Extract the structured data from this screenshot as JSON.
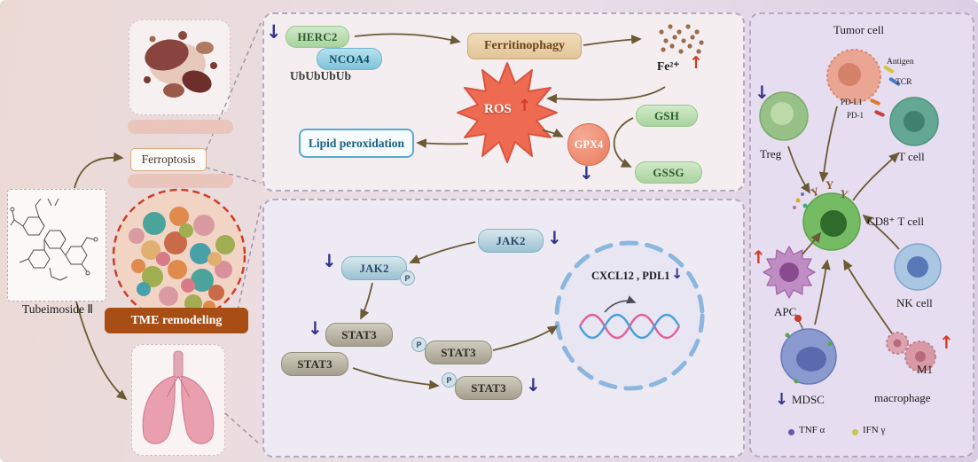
{
  "glyphs": {
    "up": "↑",
    "down": "↓"
  },
  "left": {
    "compound": "Tubeimoside Ⅱ",
    "ferroptosis": "Ferroptosis",
    "tme": "TME remodeling"
  },
  "ferroptosis_panel": {
    "herc2": "HERC2",
    "ncoa4": "NCOA4",
    "ub_chain": "UbUbUbUb",
    "ferritinophagy": "Ferritinophagy",
    "fe": "Fe²⁺",
    "ros": "ROS",
    "lipid_peroxidation": "Lipid peroxidation",
    "gpx4": "GPX4",
    "gsh": "GSH",
    "gssg": "GSSG"
  },
  "signaling_panel": {
    "jak2": "JAK2",
    "stat3": "STAT3",
    "p": "P",
    "nucleus_targets": "CXCL12 , PDL1"
  },
  "immune_panel": {
    "tumor_cell": "Tumor cell",
    "antigen": "Antigen",
    "tcr": "TCR",
    "pd_l1": "PD-L1",
    "pd_1": "PD-1",
    "t_cell": "T cell",
    "treg": "Treg",
    "cd8_t_cell": "CD8⁺ T cell",
    "nk_cell": "NK cell",
    "apc": "APC",
    "mdsc": "MDSC",
    "m1": "M1",
    "macrophage": "macrophage",
    "tnf": "TNF α",
    "ifn": "IFN γ"
  },
  "colors": {
    "upregulated": "#d63a28",
    "downregulated": "#33338a",
    "flow_arrow": "#6b5a35",
    "tme_box": "#a84e15"
  }
}
